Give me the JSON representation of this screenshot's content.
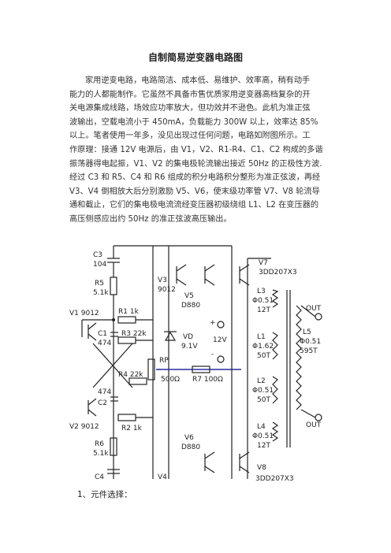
{
  "doc": {
    "title": "自制简易逆变器电路图",
    "lines": [
      "家用逆变电路，电路简洁、成本低、易维护、效率高，稍有动手",
      "能力的人都能制作。它虽然不具备市售优质家用逆变器高档复杂的开",
      "关电源集成线路，场效应功率放大，但功效并不逊色。此机为准正弦",
      "波输出，空载电流小于 450mA，负载能力 300W 以上，效率达 85%",
      "以上。笔者使用一年多，没见出现过任何问题，电路如附图所示。工",
      "作原理：接通 12V 电源后，由 V1，V2、R1-R4、C1、C2 构成的多谐",
      "振荡器得电起振，V1、V2 的集电极轮流输出接近 50Hz 的正极性方波.",
      "经过 C3 和 R5、C4 和 R6 组成的积分电路积分整形为准正弦波，再经",
      "V3、V4 倒相放大后分别激励 V5、V6，使末级功率管 V7、V8 轮流导",
      "通和截止，它们的集电极电流流经变压器初级绕组 L1、L2 在变压器的",
      "高压侧感应出约 50Hz 的准正弦波高压输出。"
    ],
    "subheading": "1、元件选择："
  },
  "schematic": {
    "labels": {
      "c3": "C3",
      "c3v": "104",
      "r5": "R5",
      "r5v": "5.1k",
      "v1": "V1  9012",
      "r1": "R1  1k",
      "c1": "C1",
      "c1v": "474",
      "r3": "R3  22k",
      "c2v": "474",
      "c2": "C2",
      "r4": "R4  22k",
      "v2": "V2  9012",
      "r2": "R2  1k",
      "r6": "R6",
      "r6v": "5.1k",
      "c4": "C4",
      "v3": "V3",
      "v3v": "9012",
      "v5": "V5",
      "v5v": "D880",
      "v4": "V4",
      "v6": "V6",
      "v6v": "D880",
      "vd": "VD",
      "vdv": "9.1V",
      "rp": "RP",
      "rpv": "500Ω",
      "r7": "R7  100Ω",
      "plus": "+",
      "minus": "-",
      "v12": "12V",
      "v7": "V7",
      "v7v": "3DD207X3",
      "v8": "V8",
      "v8v": "3DD207X3",
      "l3": "L3",
      "l3a": "Φ0.51",
      "l3b": "12T",
      "l1": "L1",
      "l1a": "Φ1.62",
      "l1b": "50T",
      "l2": "L2",
      "l2a": "Φ0.51",
      "l2b": "50T",
      "l4": "L4",
      "l4a": "Φ0.51",
      "l4b": "12T",
      "l5": "L5",
      "l5a": "Φ0.51",
      "l5b": "595T",
      "out1": "OUT",
      "out2": "OUT"
    }
  }
}
